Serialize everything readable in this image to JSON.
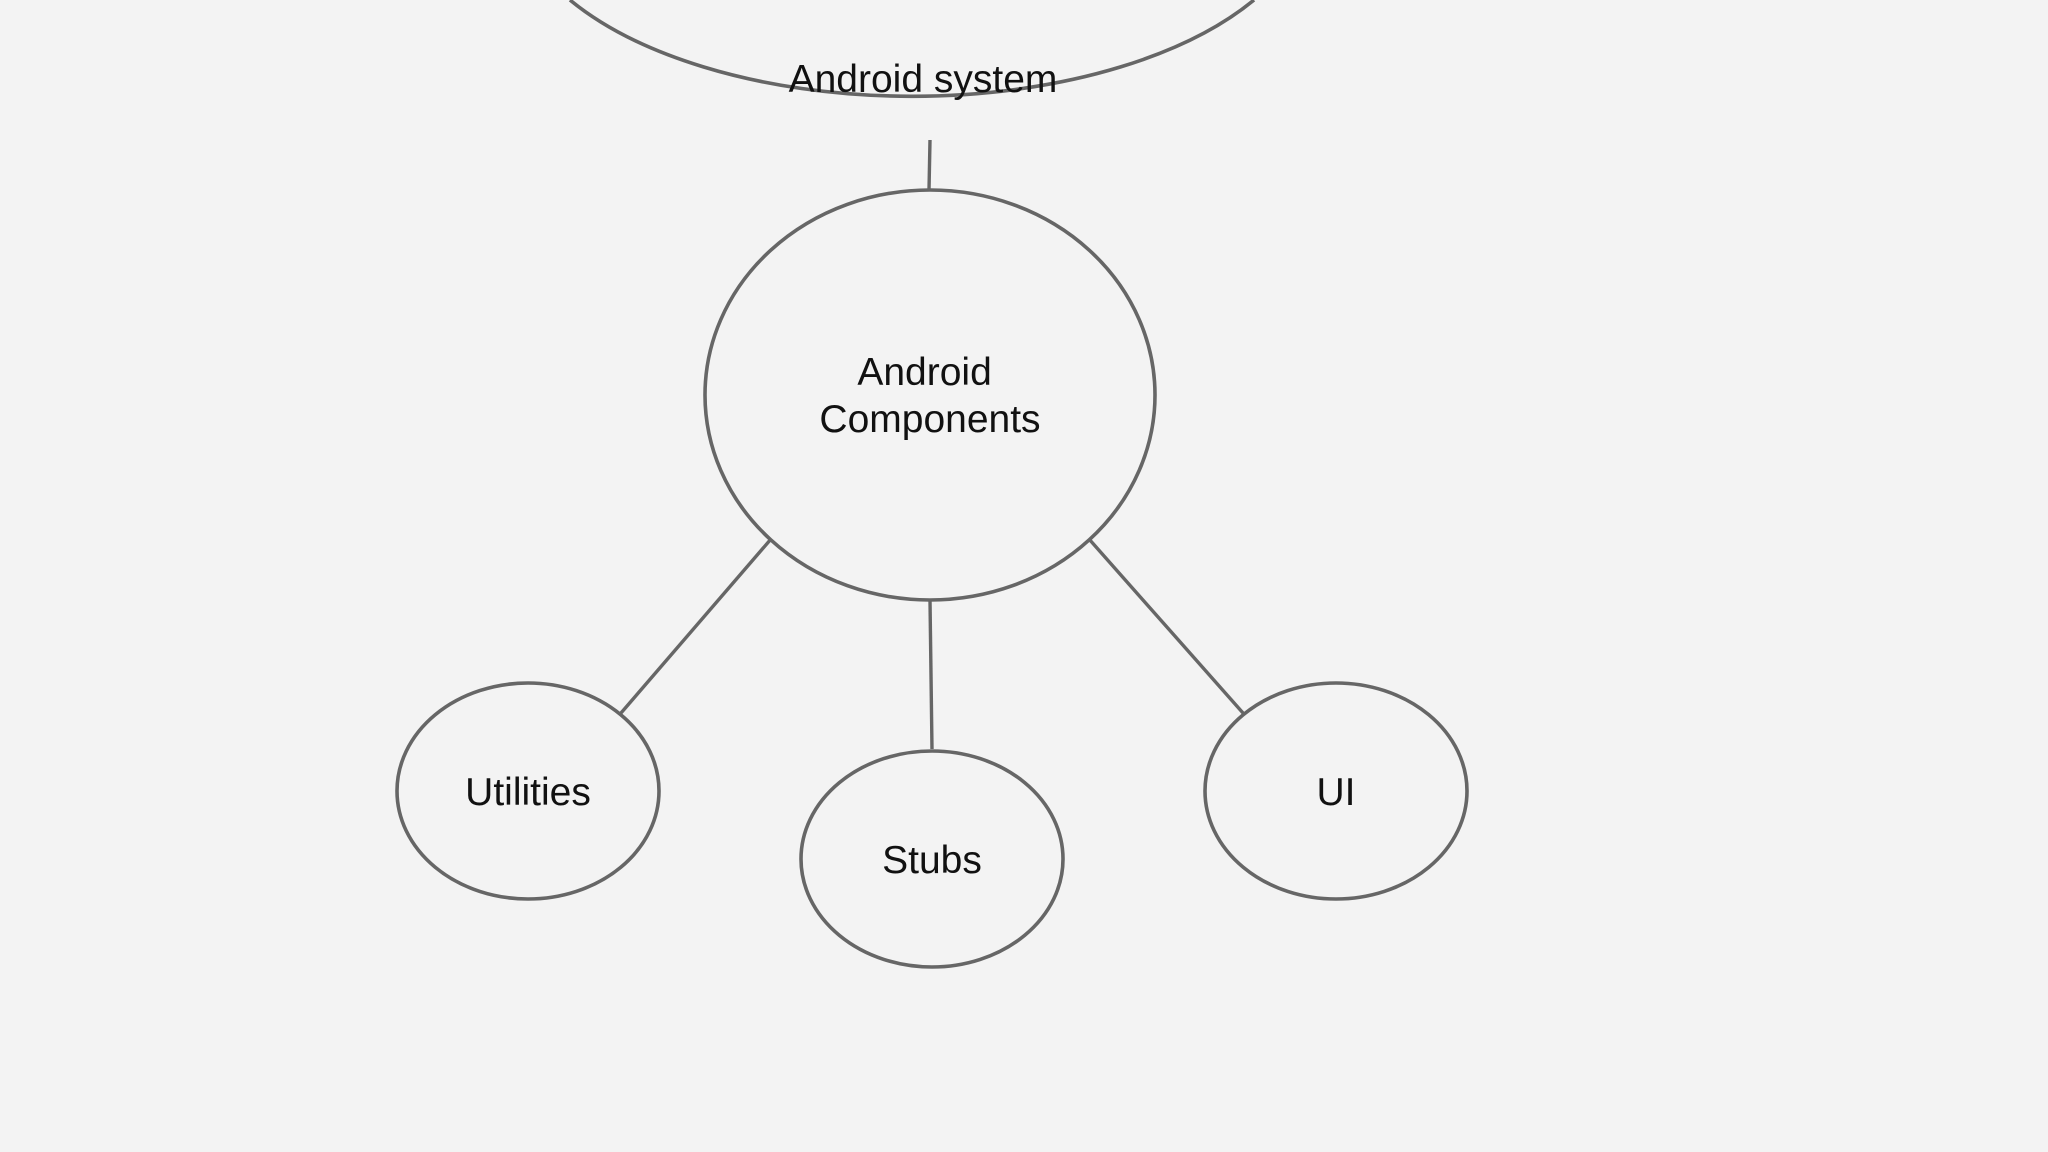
{
  "diagram": {
    "nodes": {
      "android_system": {
        "label": "Android system"
      },
      "android_components": {
        "label_line1": "Android",
        "label_line2": "Components"
      },
      "utilities": {
        "label": "Utilities"
      },
      "stubs": {
        "label": "Stubs"
      },
      "ui": {
        "label": "UI"
      }
    },
    "edges": [
      {
        "from": "android_system",
        "to": "android_components"
      },
      {
        "from": "android_components",
        "to": "utilities"
      },
      {
        "from": "android_components",
        "to": "stubs"
      },
      {
        "from": "android_components",
        "to": "ui"
      }
    ]
  },
  "colors": {
    "background": "#f3f3f3",
    "stroke": "#666666",
    "text": "#111111"
  }
}
